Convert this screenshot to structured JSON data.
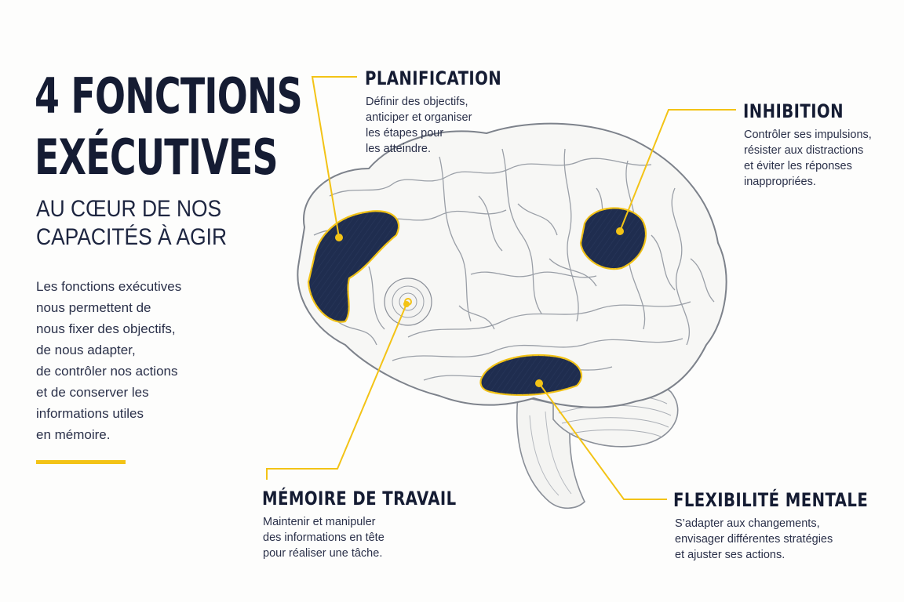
{
  "title": {
    "line1": "4 FONCTIONS",
    "line2": "EXÉCUTIVES"
  },
  "subtitle": {
    "line1": "AU CŒUR DE NOS",
    "line2": "CAPACITÉS À AGIR"
  },
  "intro": {
    "lines": [
      "Les fonctions exécutives",
      "nous permettent de",
      "nous fixer des objectifs,",
      "de nous adapter,",
      "de contrôler nos actions",
      "et de conserver les",
      "informations utiles",
      "en mémoire."
    ]
  },
  "functions": {
    "planification": {
      "title": "PLANIFICATION",
      "lines": [
        "Définir des objectifs,",
        "anticiper et organiser",
        "les étapes pour",
        "les atteindre."
      ]
    },
    "inhibition": {
      "title": "INHIBITION",
      "lines": [
        "Contrôler ses impulsions,",
        "résister aux distractions",
        "et éviter les réponses",
        "inappropriées."
      ]
    },
    "memoire": {
      "title": "MÉMOIRE DE TRAVAIL",
      "lines": [
        "Maintenir et manipuler",
        "des informations en tête",
        "pour réaliser une tâche."
      ]
    },
    "flexibilite": {
      "title": "FLEXIBILITÉ MENTALE",
      "lines": [
        "S’adapter aux changements,",
        "envisager différentes stratégies",
        "et ajuster ses actions."
      ]
    }
  },
  "colors": {
    "accent": "#f3c316",
    "navy": "#1f2d4f",
    "text": "#151c33",
    "brain_outline": "#8a8f98"
  }
}
